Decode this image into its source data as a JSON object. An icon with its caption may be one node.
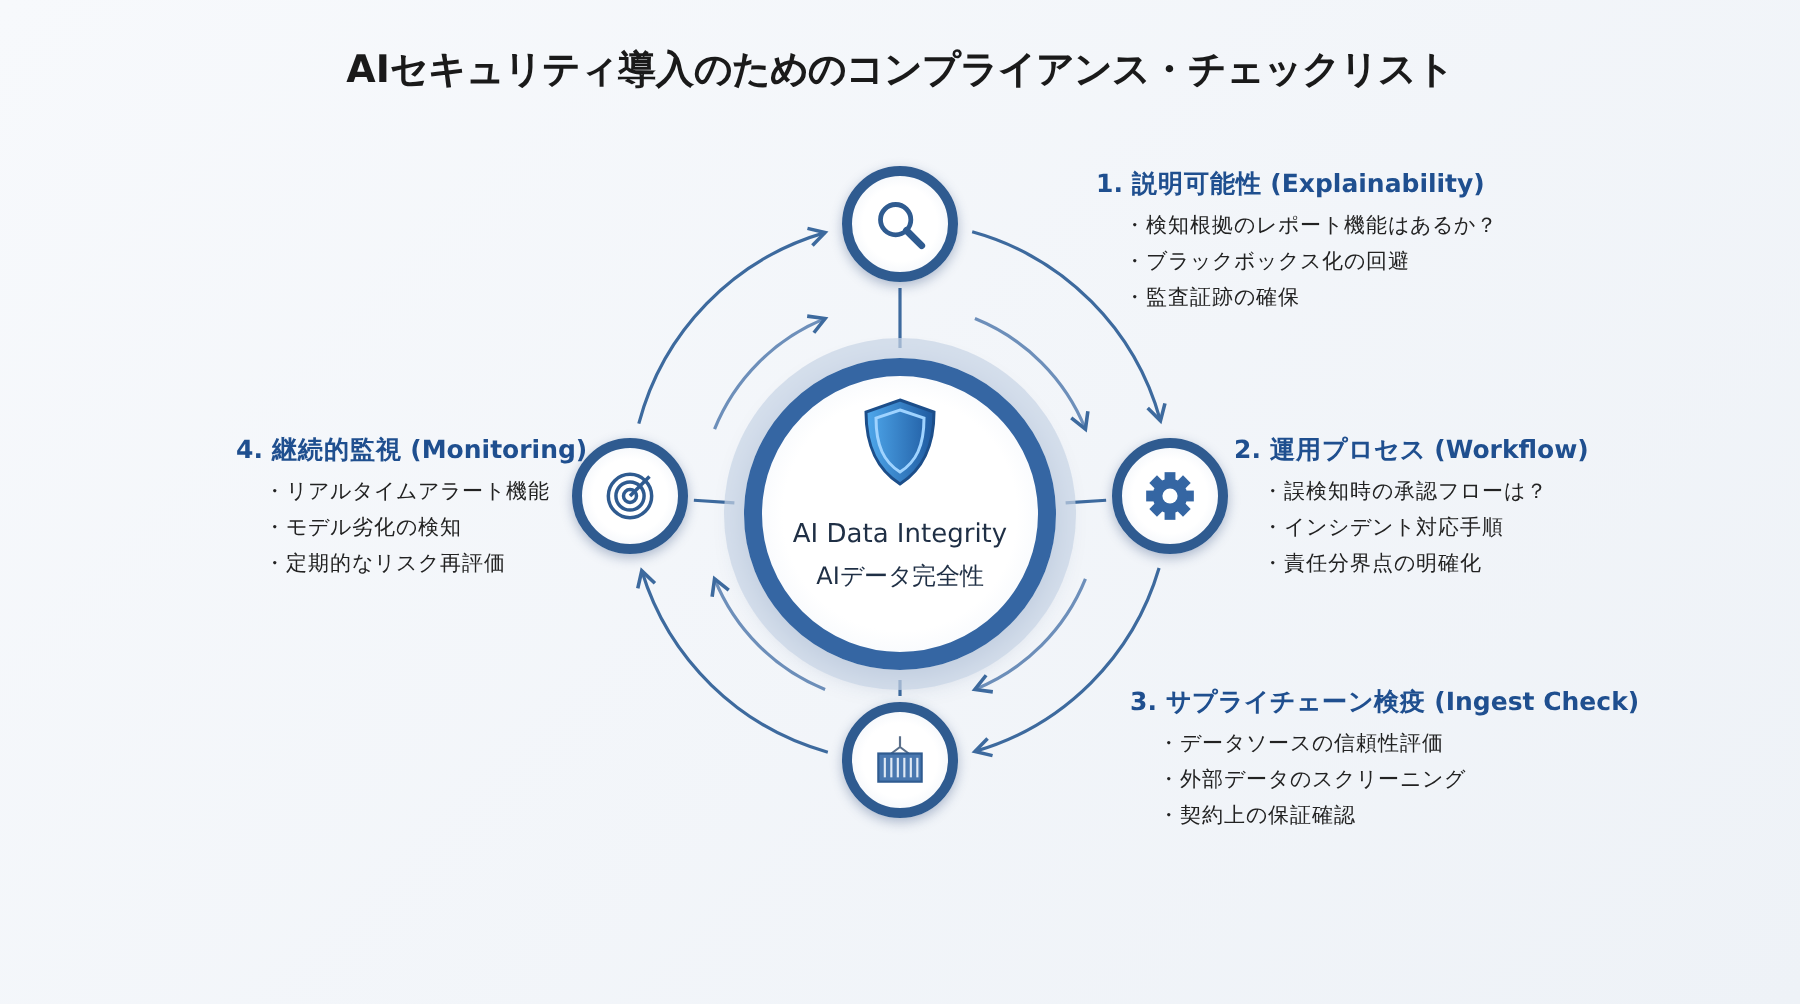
{
  "diagram": {
    "title": "AIセキュリティ導入のためのコンプライアンス・チェックリスト",
    "nodes": [
      {
        "text": [],
        "shape": "circle",
        "beside": [
          "1. 説明可能性 (Explainability)",
          "・検知根拠のレポート機能はあるか？",
          "・ブラックボックス化の回避",
          "・監査証跡の確保"
        ]
      },
      {
        "text": [],
        "shape": "circle",
        "beside": [
          "4. 継続的監視 (Monitoring)",
          "・リアルタイムアラート機能",
          "・モデル劣化の検知",
          "・定期的なリスク再評価"
        ]
      },
      {
        "text": [
          "AI Data Integrity",
          "AIデータ完全性"
        ]
      },
      {
        "text": [],
        "shape": "circle",
        "beside": [
          "2. 運用プロセス (Workflow)",
          "・誤検知時の承認フローは？",
          "・インシデント対応手順",
          "・責任分界点の明確化"
        ]
      },
      {
        "text": [],
        "shape": "circle",
        "beside": [
          "3. サプライチェーン検疫 (Ingest Check)",
          "・データソースの信頼性評価",
          "・外部データのスクリーニング",
          "・契約上の保証確認"
        ]
      }
    ],
    "edges": [
      {
        "from": 0,
        "to": 3,
        "arrow": "to"
      },
      {
        "from": 3,
        "to": 4,
        "arrow": "to"
      },
      {
        "from": 4,
        "to": 1,
        "arrow": "to"
      },
      {
        "from": 1,
        "to": 0,
        "arrow": "to"
      },
      {
        "from": 2,
        "to": 0,
        "arrow": "none"
      },
      {
        "from": 2,
        "to": 3,
        "arrow": "none"
      },
      {
        "from": 2,
        "to": 4,
        "arrow": "none"
      },
      {
        "from": 2,
        "to": 1,
        "arrow": "none"
      }
    ]
  }
}
